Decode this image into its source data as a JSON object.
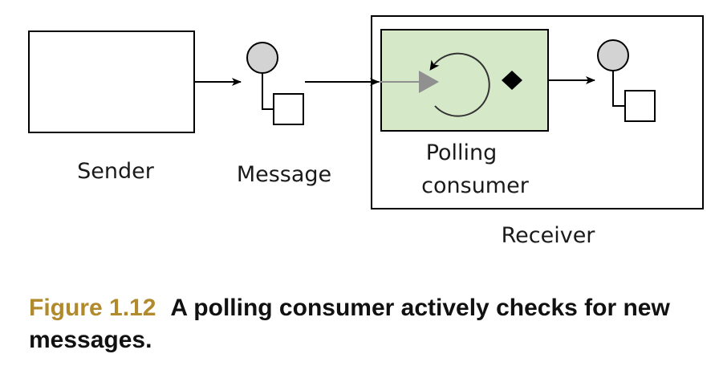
{
  "diagram": {
    "labels": {
      "sender": "Sender",
      "message": "Message",
      "consumer_line1": "Polling",
      "consumer_line2": "consumer",
      "receiver": "Receiver"
    },
    "colors": {
      "consumer_fill": "#d5e8c8",
      "message_circle_fill": "#d3d3d3",
      "flow_arrow_gray": "#909090",
      "stroke": "#000000"
    }
  },
  "caption": {
    "figure_number": "Figure 1.12",
    "text": "A polling consumer actively checks for new messages."
  }
}
